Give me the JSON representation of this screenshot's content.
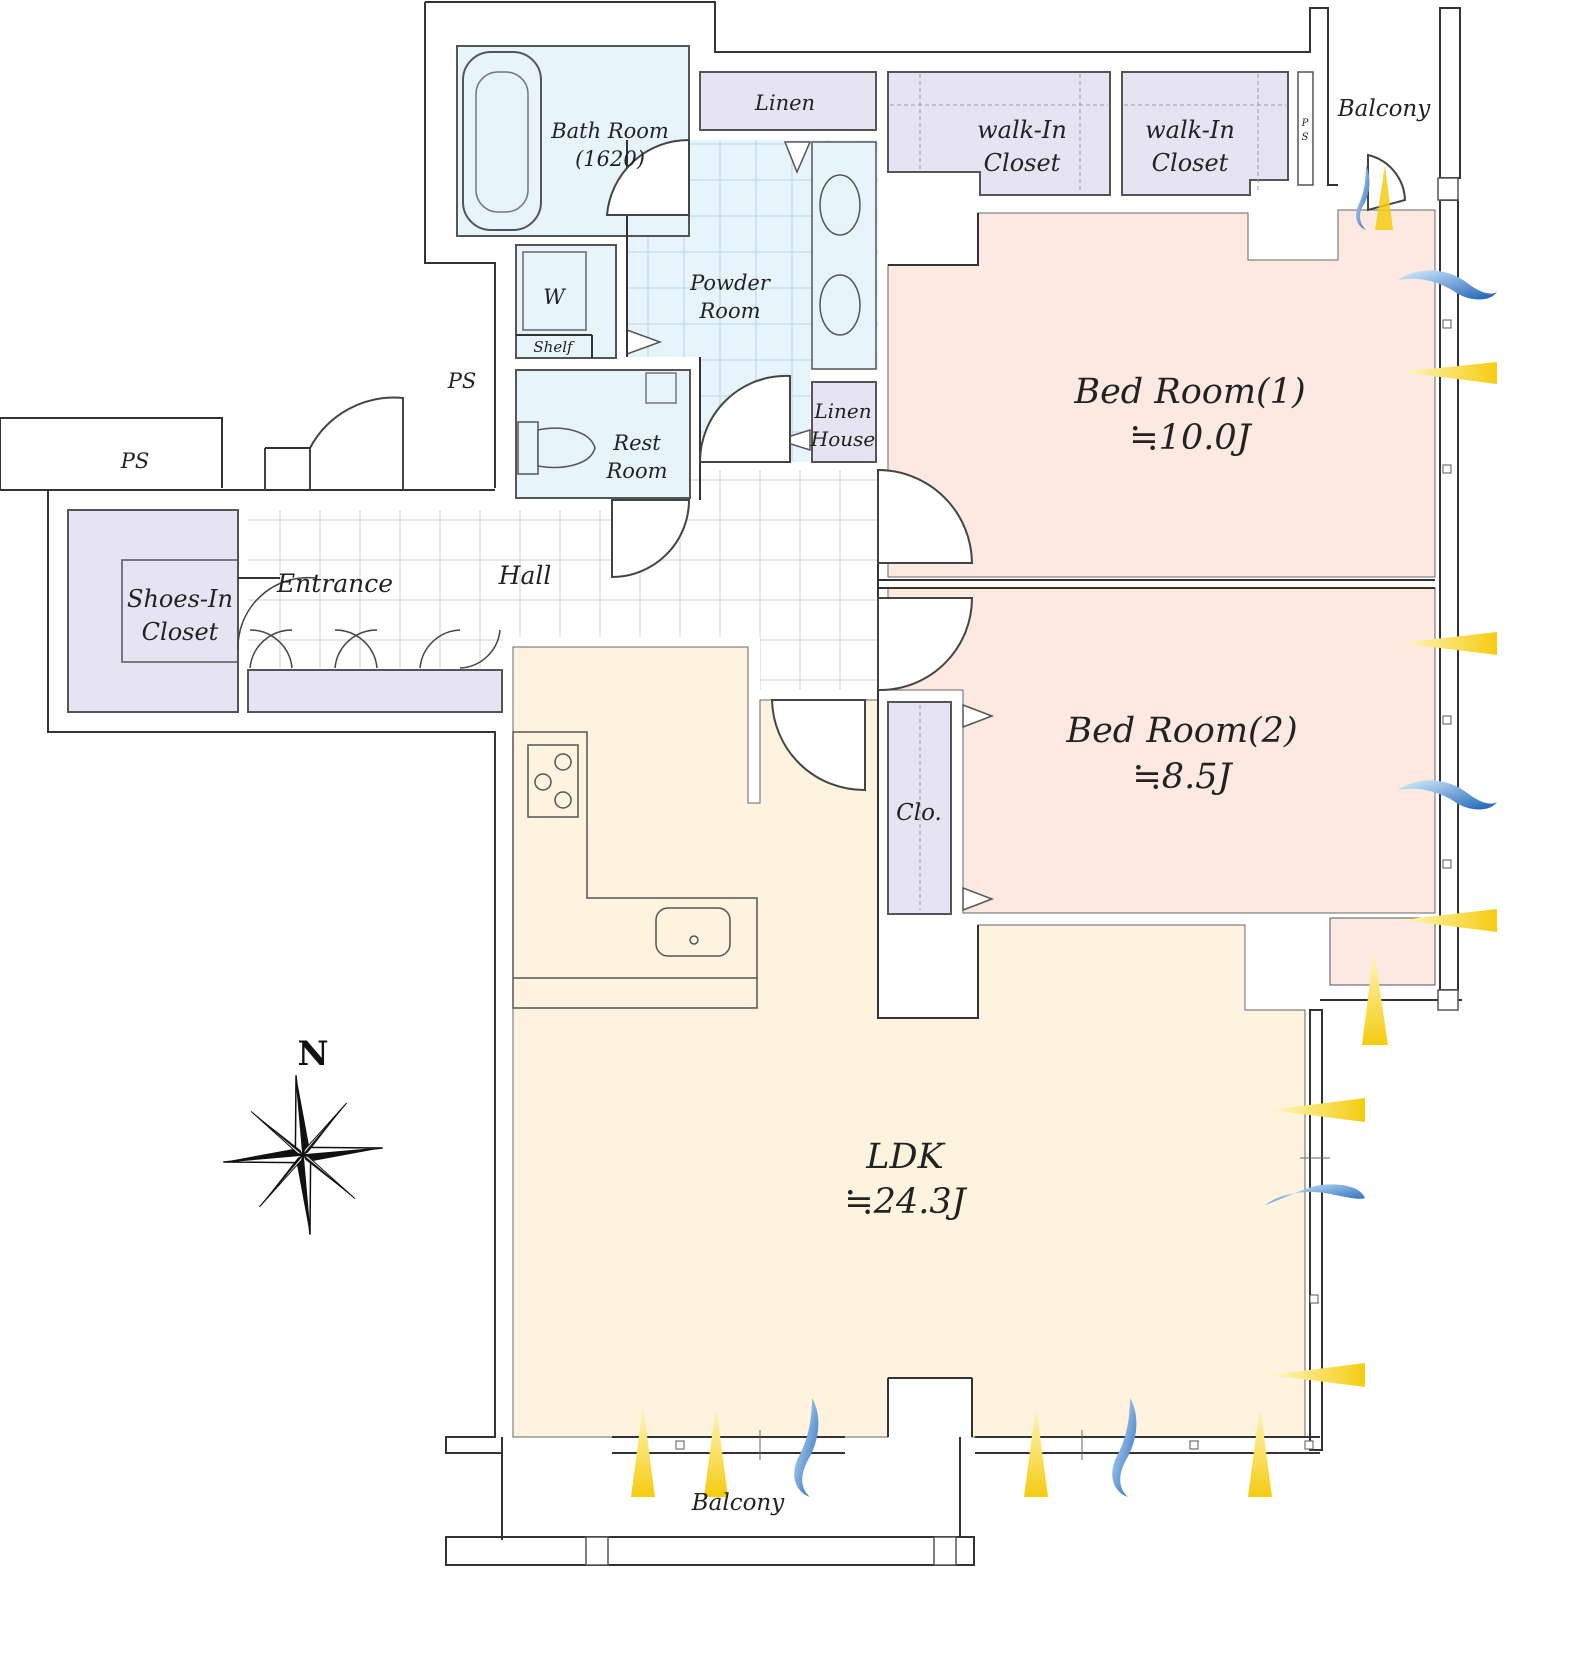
{
  "rooms": {
    "bath": {
      "name": "Bath Room",
      "size": "(1620)"
    },
    "linen_top": "Linen",
    "wic1": {
      "line1": "walk-In",
      "line2": "Closet"
    },
    "wic2": {
      "line1": "walk-In",
      "line2": "Closet"
    },
    "ps_small": {
      "line1": "P",
      "line2": "S"
    },
    "balcony_ne": "Balcony",
    "washer": "W",
    "shelf": "Shelf",
    "powder": {
      "line1": "Powder",
      "line2": "Room"
    },
    "ps_mid": "PS",
    "ps_left": "PS",
    "rest": {
      "line1": "Rest",
      "line2": "Room"
    },
    "linen_house": {
      "line1": "Linen",
      "line2": "House"
    },
    "bed1": {
      "name": "Bed Room(1)",
      "area": "≒10.0J"
    },
    "bed2": {
      "name": "Bed Room(2)",
      "area": "≒8.5J"
    },
    "shoes": {
      "line1": "Shoes-In",
      "line2": "Closet"
    },
    "entrance": "Entrance",
    "hall": "Hall",
    "clo": "Clo.",
    "ldk": {
      "name": "LDK",
      "area": "≒24.3J"
    },
    "balcony_s": "Balcony"
  },
  "compass": {
    "north": "N"
  },
  "colors": {
    "ldk_floor": "#fdf3df",
    "bed_floor": "#fbe9e2",
    "closet": "#e6e3f2",
    "wet_area": "#e8f4fc",
    "sun_arrow": "#f7d31a",
    "wind_arrow": "#2a6fc0"
  }
}
